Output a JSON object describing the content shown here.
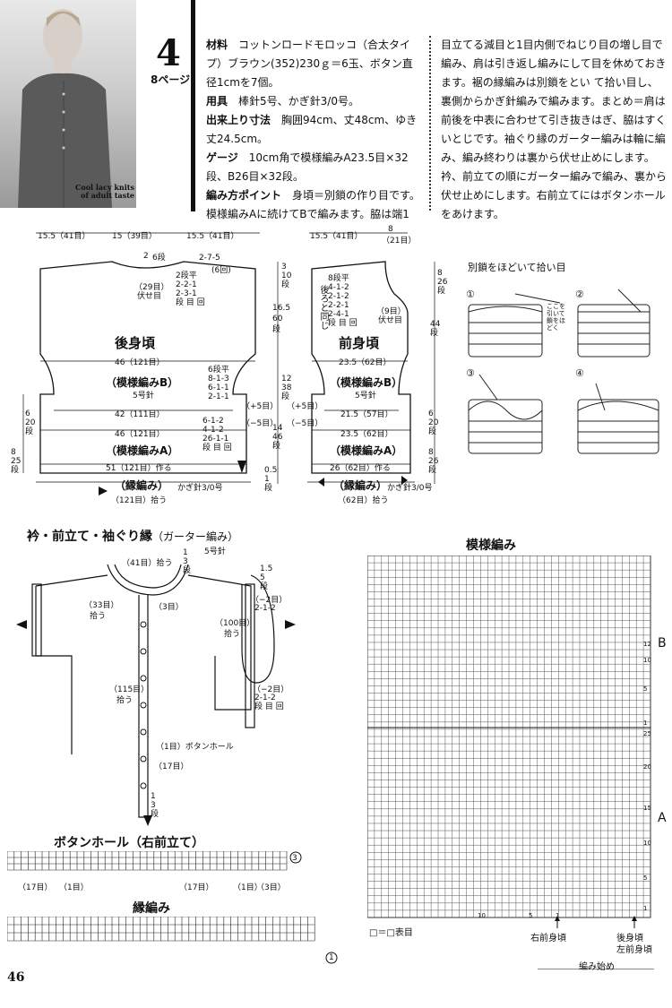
{
  "photo": {
    "caption_line1": "Cool lacy knits",
    "caption_line2": "of adult taste"
  },
  "header": {
    "pattern_number": "4",
    "page_ref": "8ページ"
  },
  "spec": {
    "material_label": "材料",
    "material_text": "コットンロードモロッコ（合太タイプ）ブラウン(352)230ｇ＝6玉、ボタン直径1cmを7個。",
    "tools_label": "用具",
    "tools_text": "棒針5号、かぎ針3/0号。",
    "size_label": "出来上り寸法",
    "size_text": "胸囲94cm、丈48cm、ゆき丈24.5cm。",
    "gauge_label": "ゲージ",
    "gauge_text": "10cm角で模様編みA23.5目×32段、B26目×32段。",
    "points_label": "編み方ポイント",
    "points_text": "身頃＝別鎖の作り目です。模様編みAに続けてBで編みます。脇は端1"
  },
  "right_text": "目立てる減目と1目内側でねじり目の増し目で編み、肩は引き返し編みにして目を休めておきます。裾の縁編みは別鎖をとい て拾い目し、裏側からかぎ針編みで編みます。まとめ＝肩は前後を中表に合わせて引き抜きはぎ、脇はすくいとじです。袖ぐり縁のガーター編みは輪に編み、編み終わりは裏から伏せ止めにします。衿、前立ての順にガーター編みで編み、裏から伏せ止めにします。右前立てにはボタンホールをあけます。",
  "back": {
    "title": "後身頃",
    "top_dims": [
      "15.5（41目）",
      "15（39目）",
      "15.5（41目）"
    ],
    "neck_depth": "2",
    "neck_rows": "6段",
    "neck_sts": "（29目）",
    "neck_bind": "伏せ目",
    "shoulder_dec": [
      "2段平",
      "2-2-1",
      "2-3-1",
      "段 目 回"
    ],
    "shoulder_short": "2-7-5",
    "shoulder_short_rows": "(6回)",
    "width_upper": "46（121目）",
    "pattern_b": "（模様編みB）",
    "needle_b": "5号針",
    "side_inc": [
      "6段平",
      "8-1-3",
      "6-1-1",
      "2-1-1"
    ],
    "width_mid": "42（111目）",
    "side_dec": [
      "6-1-2",
      "4-1-2",
      "26-1-1",
      "段 目 回"
    ],
    "width_lower": "46（121目）",
    "pattern_a": "（模様編みA）",
    "cast_on": "51（121目）作る",
    "border": "（縁編み）",
    "border_hook": "かぎ針3/0号",
    "left_rows_1": [
      "6",
      "20",
      "段"
    ],
    "left_rows_2": [
      "8",
      "25",
      "段"
    ]
  },
  "center_dims": {
    "top": [
      "3",
      "10",
      "段"
    ],
    "armhole": [
      "16.5",
      "60",
      "段"
    ],
    "mid": [
      "12",
      "38",
      "段"
    ],
    "lower": [
      "14",
      "46",
      "段"
    ],
    "bottom": [
      "0.5",
      "1",
      "段"
    ],
    "inc_plus": "（+5目）",
    "dec_minus": "（−5目）"
  },
  "front": {
    "title": "前身頃",
    "top_dims": [
      "15.5（41目）",
      "8",
      "（21目）"
    ],
    "same_as_back": "後ろと同じ",
    "neck_dec": [
      "8段平",
      "4-1-2",
      "2-1-2",
      "2-2-1",
      "2-4-1",
      "段 目 回"
    ],
    "neck_bind": "（9目）",
    "neck_bind2": "伏せ目",
    "right_rows_1": [
      "8",
      "26",
      "段"
    ],
    "right_rows_2": [
      "44",
      "段"
    ],
    "width_upper": "23.5（62目）",
    "pattern_b": "（模様編みB）",
    "needle_b": "5号針",
    "width_mid": "21.5（57目）",
    "width_lower": "23.5（62目）",
    "pattern_a": "（模様編みA）",
    "cast_on": "26（62目）作る",
    "border": "（縁編み）",
    "border_hook": "かぎ針3/0号",
    "border_pick": "（62目）拾う",
    "right_rows_3": [
      "6",
      "20",
      "段"
    ],
    "right_rows_4": [
      "8",
      "26",
      "段"
    ]
  },
  "back_pick": "（121目）拾う",
  "provisional": {
    "title": "別鎖をほどいて拾い目",
    "steps": [
      "①",
      "②",
      "③",
      "④"
    ],
    "note": "ここを引いて鎖をほどく"
  },
  "collar": {
    "title": "衿・前立て・袖ぐり縁",
    "subtitle": "（ガーター編み）",
    "needle": "5号針",
    "neck_pick": "（41目）拾う",
    "top_rows": [
      "1",
      "3",
      "段"
    ],
    "side_pick": "（33目）",
    "side_pick2": "拾う",
    "three": "（3目）",
    "front_pick": "（115目）",
    "front_pick2": "拾う",
    "buttonhole": "（1目）ボタンホール",
    "seventeen": "（17目）",
    "bottom_rows": [
      "1",
      "3",
      "段"
    ],
    "armhole_rows": [
      "1.5",
      "5",
      "段"
    ],
    "armhole_dec": "（−2目）",
    "armhole_dec2": "2-1-2",
    "armhole_pick": "（100目）",
    "armhole_pick2": "拾う",
    "armhole_dec3": "（−2目）",
    "armhole_dec4": [
      "2-1-2",
      "段 目 回"
    ]
  },
  "buttonhole_chart": {
    "title": "ボタンホール（右前立て）",
    "labels": [
      "（17目）",
      "（1目）",
      "（17目）",
      "（1目）",
      "（3目）"
    ],
    "marker": "3"
  },
  "border_chart": {
    "title": "縁編み",
    "marker": "1"
  },
  "pattern_chart": {
    "title": "模様編み",
    "label_b": "B",
    "label_a": "A",
    "row_nums_b": [
      "12",
      "10",
      "5",
      "1"
    ],
    "row_nums_a": [
      "25",
      "20",
      "15",
      "10",
      "5",
      "1"
    ],
    "col_nums": [
      "10",
      "5",
      "1"
    ],
    "legend_symbol": "□＝□",
    "legend_text": "表目",
    "arrow_right_front": "右前身頃",
    "arrow_back": "後身頃",
    "arrow_left_front": "左前身頃",
    "start": "編み始め"
  },
  "page_number": "46"
}
